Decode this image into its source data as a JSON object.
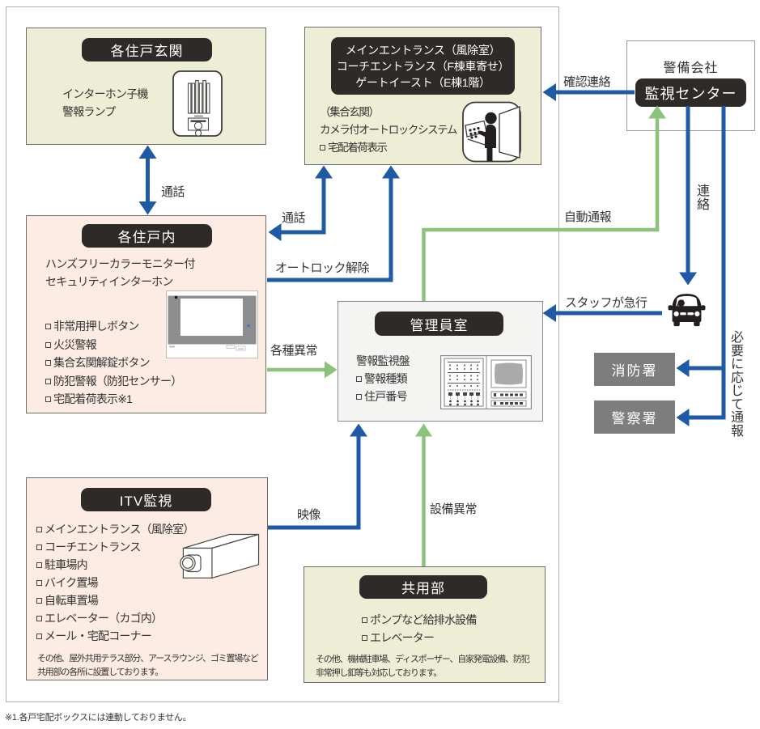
{
  "colors": {
    "blue": "#1f5aa6",
    "green": "#8bc37a",
    "box_yellow": "#edeed5",
    "box_pink": "#fdece3",
    "box_gray": "#7d7d7d",
    "dark_label": "#2d2a28"
  },
  "diagram": {
    "unit_entrance_box": {
      "label": "各住戸玄関",
      "lines": [
        "インターホン子機",
        "警報ランプ"
      ],
      "icon": "doorphone-icon"
    },
    "main_entrance_box": {
      "label_lines": [
        "メインエントランス（風除室）",
        "コーチエントランス（F棟車寄せ）",
        "ゲートイースト（E棟1階）"
      ],
      "lines": [
        "（集合玄関）",
        "カメラ付オートロックシステム"
      ],
      "items": [
        "宅配着荷表示"
      ],
      "icon": "autolock-person-icon"
    },
    "unit_interior_box": {
      "label": "各住戸内",
      "lines": [
        "ハンズフリーカラーモニター付",
        "セキュリティインターホン"
      ],
      "items": [
        "非常用押しボタン",
        "火災警報",
        "集合玄関解錠ボタン",
        "防犯警報（防犯センサー）",
        "宅配着荷表示※1"
      ],
      "icon": "intercom-monitor-icon"
    },
    "manager_room_box": {
      "label": "管理員室",
      "heading": "警報監視盤",
      "items": [
        "警報種類",
        "住戸番号"
      ],
      "icon": "control-panel-icon"
    },
    "itv_box": {
      "label": "ITV監視",
      "items": [
        "メインエントランス（風除室）",
        "コーチエントランス",
        "駐車場内",
        "バイク置場",
        "自転車置場",
        "エレベーター（カゴ内）",
        "メール・宅配コーナー"
      ],
      "note_lines": [
        "その他、屋外共用テラス部分、アースラウンジ、ゴミ置場など",
        "共用部の各所に設置しております。"
      ],
      "icon": "camera-icon"
    },
    "common_area_box": {
      "label": "共用部",
      "items": [
        "ポンプなど給排水設備",
        "エレベーター"
      ],
      "note_lines": [
        "その他、機械駐車場、ディスポーザー、自家発電設備、防犯",
        "非常押し釦等も対応しております。"
      ]
    },
    "security_company_box": {
      "title": "警備会社",
      "label": "監視センター"
    },
    "fire_station_box": {
      "label": "消防署"
    },
    "police_station_box": {
      "label": "警察署"
    },
    "staff_car_icon": "car-icon",
    "arrow_labels": {
      "call_unit": "通話",
      "call_entrance": "通話",
      "autolock_release": "オートロック解除",
      "various_alarm": "各種異常",
      "auto_report": "自動通報",
      "confirmation_contact": "確認連絡",
      "contact": "連絡",
      "staff_rush": "スタッフが急行",
      "video": "映像",
      "equipment_alarm": "設備異常",
      "report_as_needed": "必要に応じて通報"
    },
    "footnote": "※1.各戸宅配ボックスには連動しておりません。"
  }
}
